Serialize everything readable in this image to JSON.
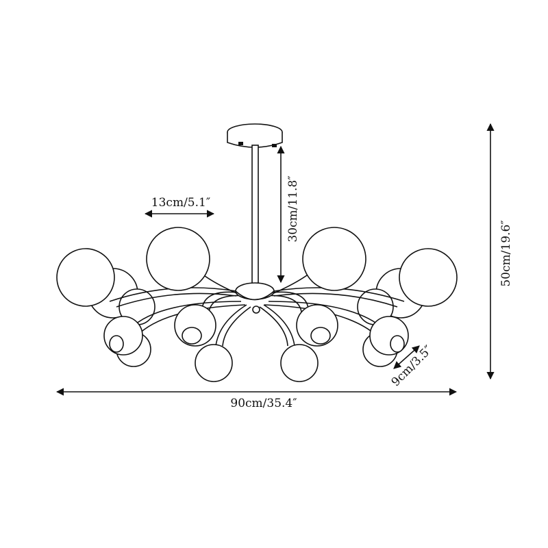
{
  "diagram": {
    "subject": "chandelier",
    "dimensions": {
      "globe_diameter": "13cm/5.1″",
      "rod_length": "30cm/11.8″",
      "total_height": "50cm/19.6″",
      "total_width": "90cm/35.4″",
      "shade_diameter": "9cm/3.5″"
    },
    "colors": {
      "line": "#111111",
      "background": "#ffffff"
    }
  }
}
